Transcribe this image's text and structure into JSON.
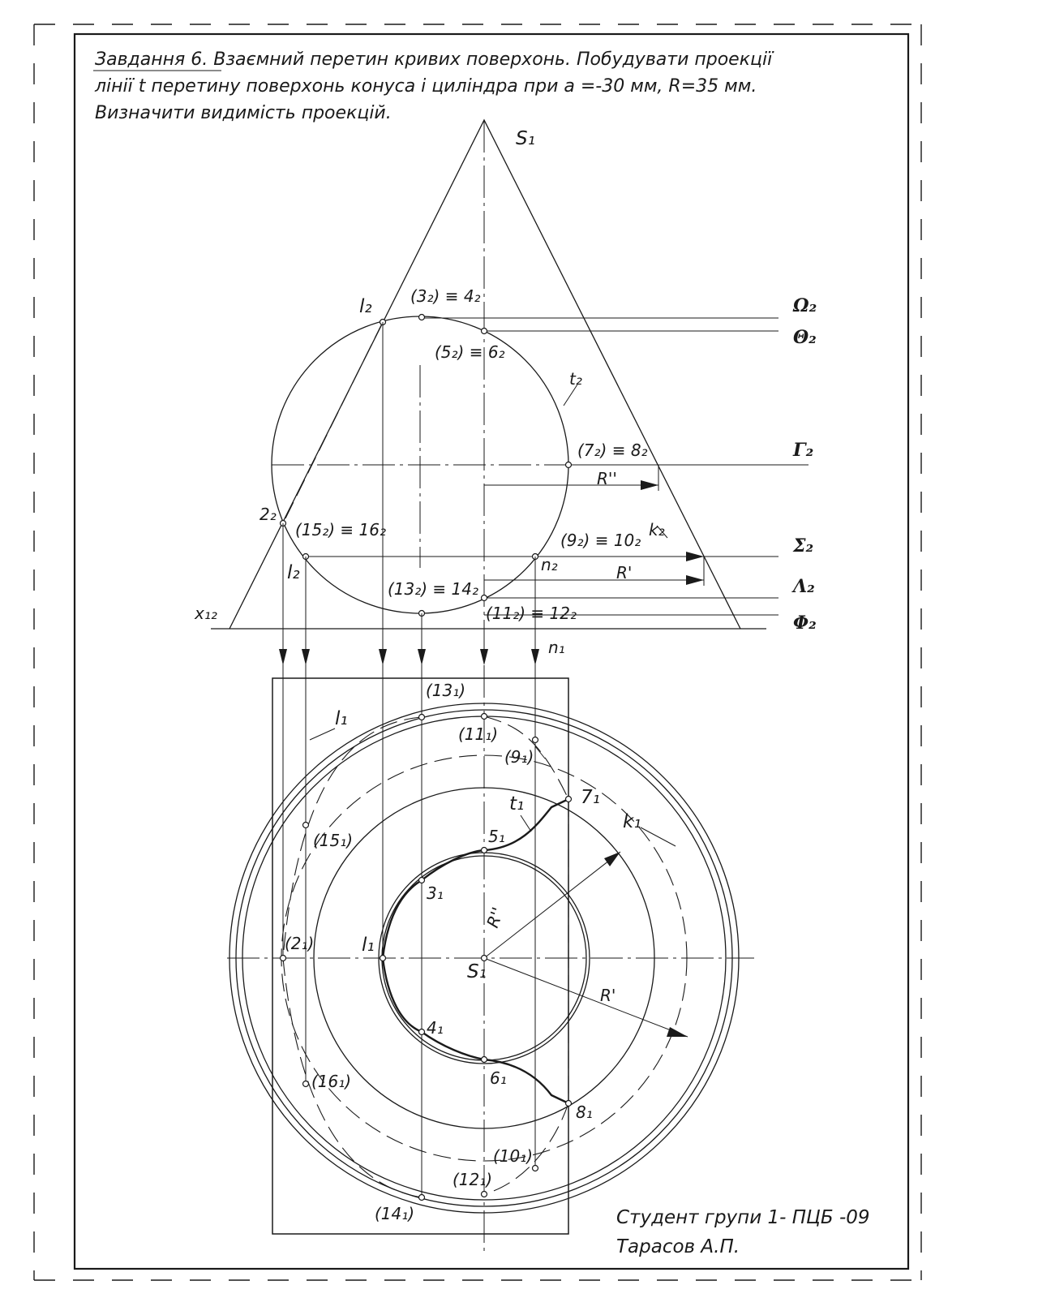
{
  "task": {
    "line1": "Завдання 6. Взаємний перетин кривих поверхонь. Побудувати проекції",
    "line2": "лінії t перетину поверхонь конуса і циліндра при a =-30 мм,    R=35 мм.",
    "line3": "Визначити видимість проекцій."
  },
  "front_view_labels": {
    "apex": "S₁",
    "l_top": "l₂",
    "p3_4": "(3₂) ≡ 4₂",
    "p5_6": "(5₂) ≡ 6₂",
    "t": "t₂",
    "p7_8": "(7₂) ≡ 8₂",
    "r_inner": "R''",
    "p2": "2₂",
    "p15_16": "(15₂) ≡ 16₂",
    "p9_10": "(9₂) ≡ 10₂",
    "k": "k₂",
    "n": "n₂",
    "r_outer": "R'",
    "l_bottom": "l₂",
    "p13_14": "(13₂) ≡ 14₂",
    "p11_12": "(11₂) ≡ 12₂",
    "x12": "x₁₂",
    "n1_top": "n₁"
  },
  "planes": {
    "omega": "Ω₂",
    "theta": "Θ₂",
    "gamma": "Γ₂",
    "sigma": "Σ₂",
    "lambda": "Λ₂",
    "phi": "Φ₂"
  },
  "top_view_labels": {
    "p13": "(13₁)",
    "l": "l₁",
    "p11": "(11₁)",
    "p9": "(9₁)",
    "p7": "7₁",
    "t": "t₁",
    "k": "k₁",
    "p15": "(15₁)",
    "p5": "5₁",
    "p3": "3₁",
    "r_inner": "R''",
    "p2": "(2₁)",
    "p1": "l₁",
    "s": "S₁",
    "r_outer": "R'",
    "p4": "4₁",
    "p16": "(16₁)",
    "p6": "6₁",
    "p8": "8₁",
    "p10": "(10₁)",
    "p12": "(12₁)",
    "p14": "(14₁)"
  },
  "signature": {
    "line1": "Студент  групи  1- ПЦБ -09",
    "line2": "Тарасов   А.П."
  }
}
